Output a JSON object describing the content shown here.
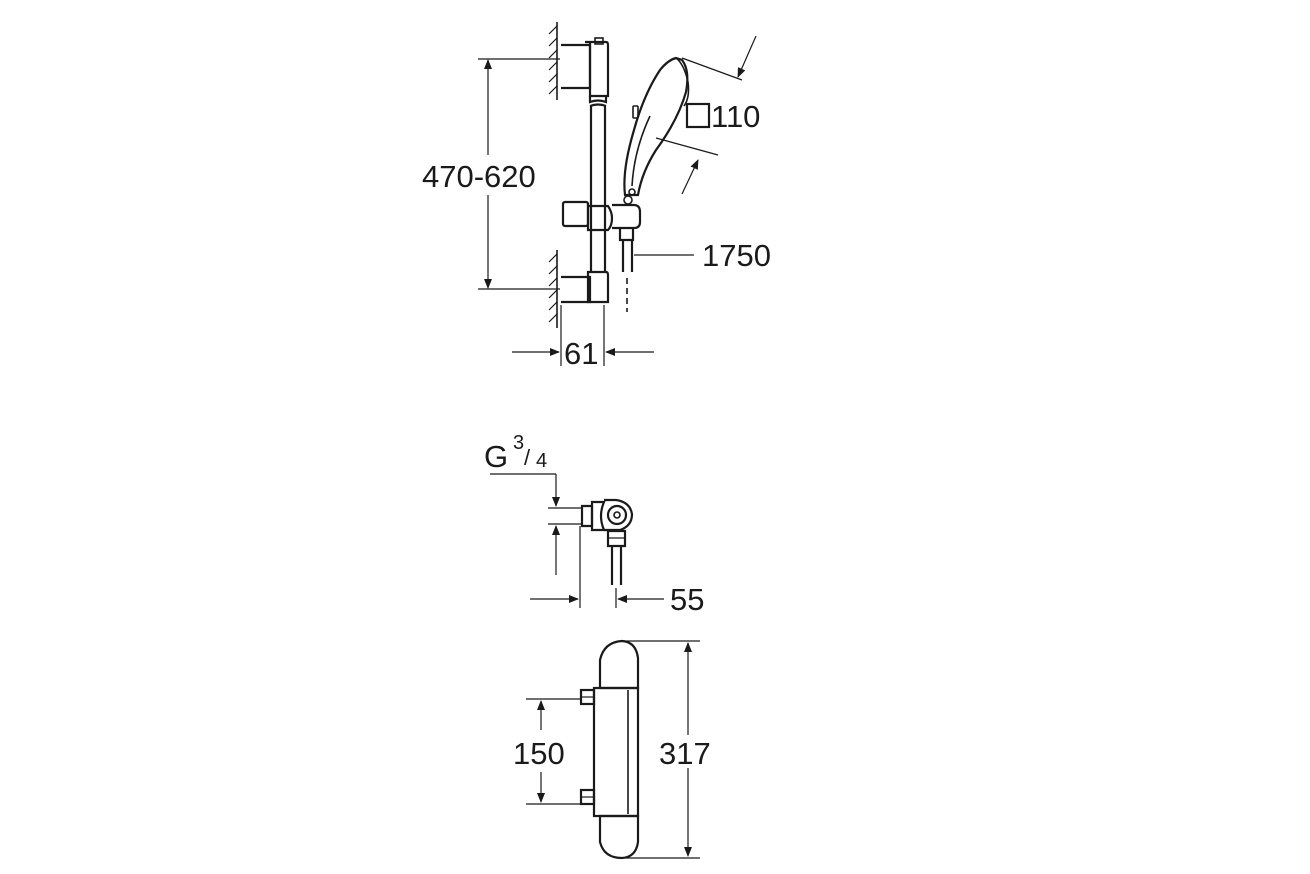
{
  "diagram": {
    "shower_rail": {
      "rail_height_range": "470-620",
      "hand_shower_size": "110",
      "hose_length": "1750",
      "wall_offset": "61"
    },
    "inlet_connection": {
      "thread_prefix": "G",
      "thread_numerator": "3",
      "thread_denominator": "4",
      "projection": "55"
    },
    "thermostat": {
      "inlet_spacing": "150",
      "body_length": "317"
    }
  }
}
